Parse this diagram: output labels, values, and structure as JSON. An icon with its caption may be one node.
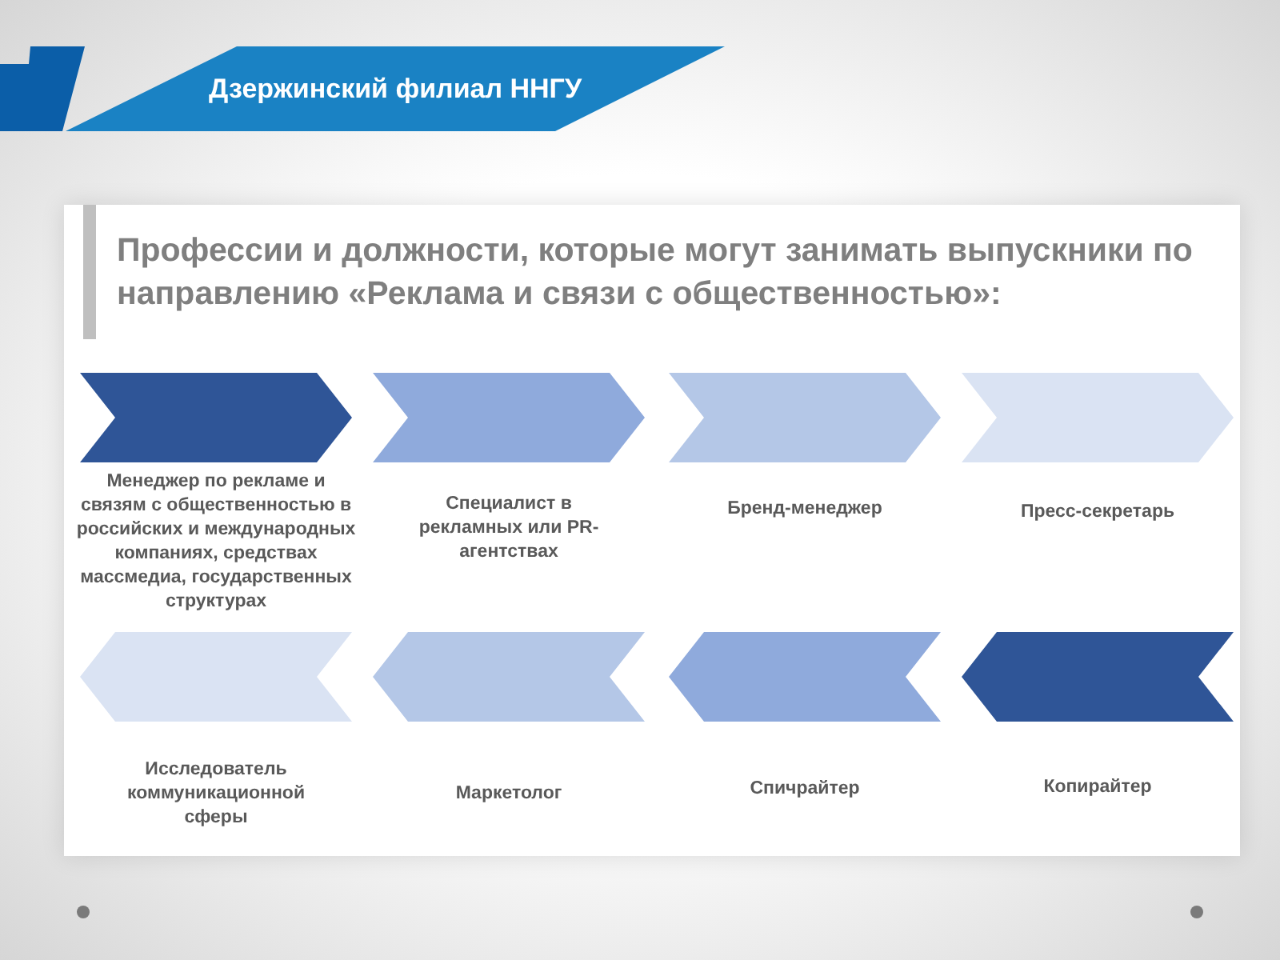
{
  "diagram": {
    "title": "Профессии и должности, которые могут занимать выпускники по направлению «Реклама и связи с общественностью»:",
    "nodes": [
      {
        "text": [
          "Дзержинский филиал ННГУ"
        ]
      },
      {
        "text": [
          "Менеджер по рекламе и связям с общественностью в российских и международных компаниях, средствах массмедиа, государственных структурах"
        ]
      },
      {
        "text": [
          "Специалист в рекламных или PR-агентствах"
        ]
      },
      {
        "text": [
          "Бренд-менеджер"
        ]
      },
      {
        "text": [
          "Пресс-секретарь"
        ]
      },
      {
        "text": [
          "Исследователь коммуникационной сферы"
        ]
      },
      {
        "text": [
          "Маркетолог"
        ]
      },
      {
        "text": [
          "Спичрайтер"
        ]
      },
      {
        "text": [
          "Копирайтер"
        ]
      }
    ]
  }
}
